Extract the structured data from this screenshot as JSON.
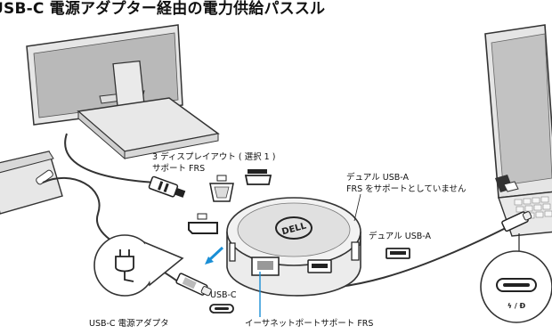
{
  "title": "USB-C 電源アダプター経由の電力供給パススル",
  "labels": {
    "display_out_line1": "3 ディスプレイアウト ( 選択 1 )",
    "display_out_line2": "サポート FRS",
    "dual_usba_nofrs_line1": "デュアル USB-A",
    "dual_usba_nofrs_line2": "FRS をサポートとしていません",
    "dual_usba": "デュアル USB-A",
    "usbc": "USB-C",
    "usbc_adapter": "USB-C 電源アダプタ",
    "ethernet_frs": "イーサネットポートサポート FRS",
    "hdmi_port": "HDMI",
    "dock_brand": "DELL",
    "laptop_port_symbols": "ϟ / Ð"
  }
}
